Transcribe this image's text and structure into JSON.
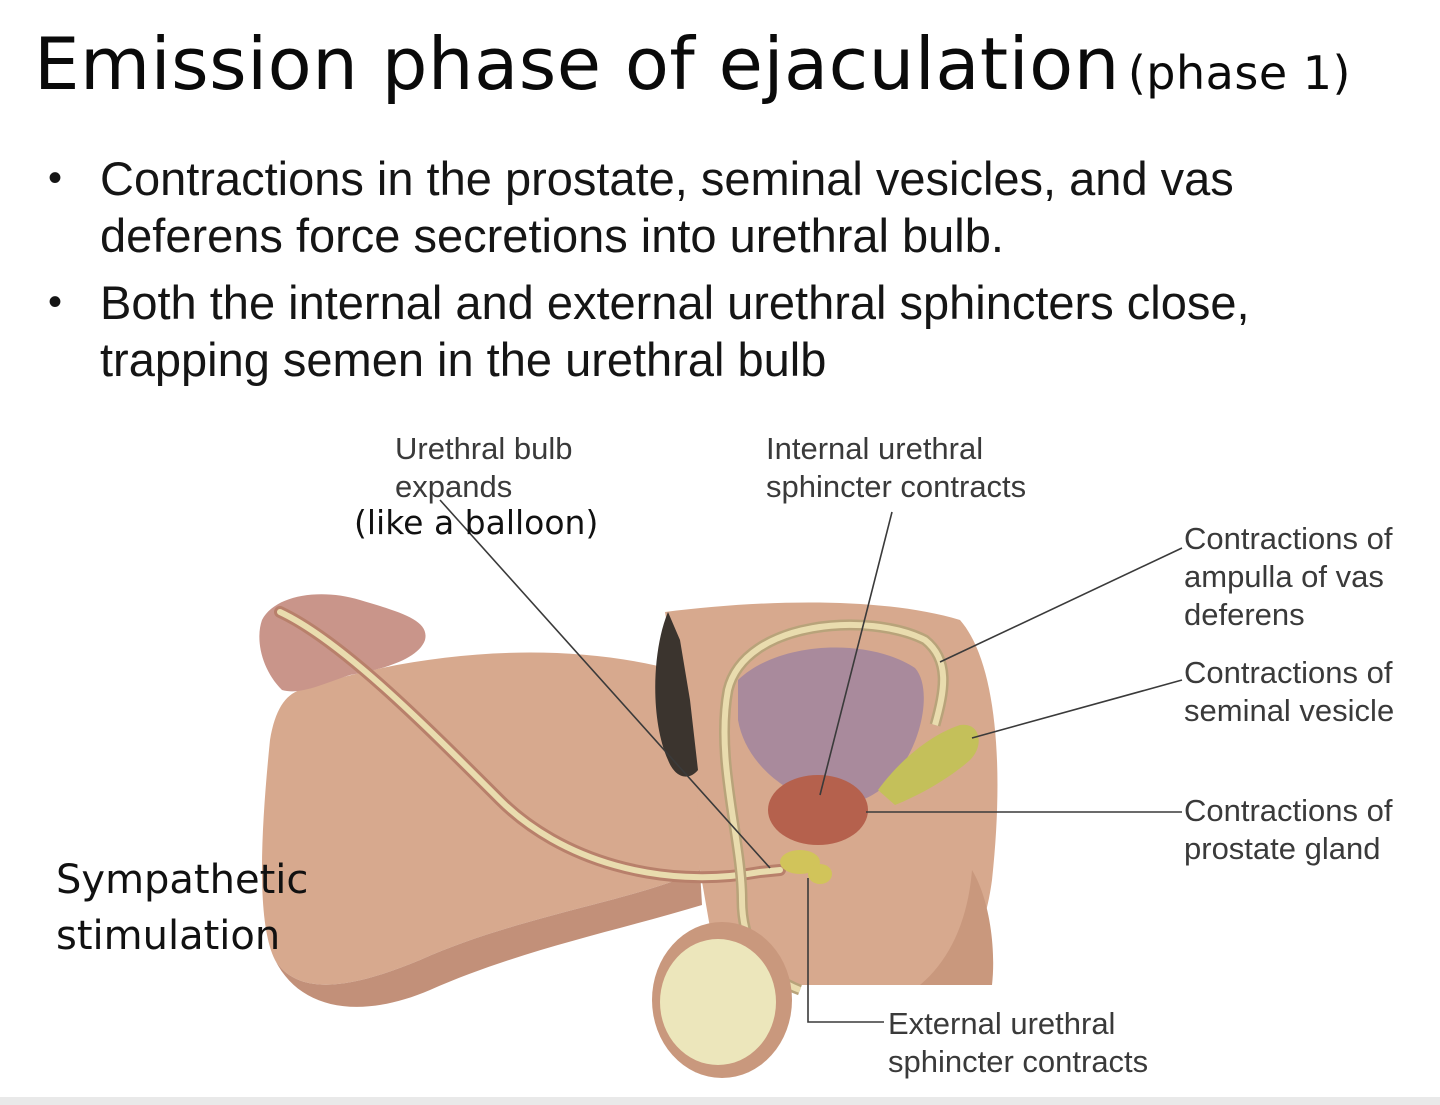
{
  "title": {
    "main": "Emission phase of ejaculation",
    "sub": "(phase 1)"
  },
  "bullets": [
    {
      "text": "Contractions in the prostate, seminal vesicles, and vas deferens force secretions into urethral bulb."
    },
    {
      "text": "Both the internal and external urethral sphincters close, trapping semen in the urethral bulb"
    }
  ],
  "labels": {
    "urethral_bulb_1": "Urethral bulb",
    "urethral_bulb_2": "expands",
    "balloon_note": "(like a balloon)",
    "internal_1": "Internal urethral",
    "internal_2": "sphincter contracts",
    "ampulla_1": "Contractions of",
    "ampulla_2": "ampulla of vas",
    "ampulla_3": "deferens",
    "seminal_1": "Contractions of",
    "seminal_2": "seminal vesicle",
    "prostate_1": "Contractions of",
    "prostate_2": "prostate gland",
    "external_1": "External urethral",
    "external_2": "sphincter contracts",
    "sympathetic_1": "Sympathetic",
    "sympathetic_2": "stimulation"
  },
  "colors": {
    "skin": "#d7a98e",
    "skin_dark": "#c29079",
    "glans": "#c9958a",
    "bladder": "#a98a9c",
    "prostate": "#b5614d",
    "seminal_vesicle": "#c4c05a",
    "urethra": "#e9dcae",
    "testis": "#ece6bb",
    "hair": "#3b342e"
  }
}
